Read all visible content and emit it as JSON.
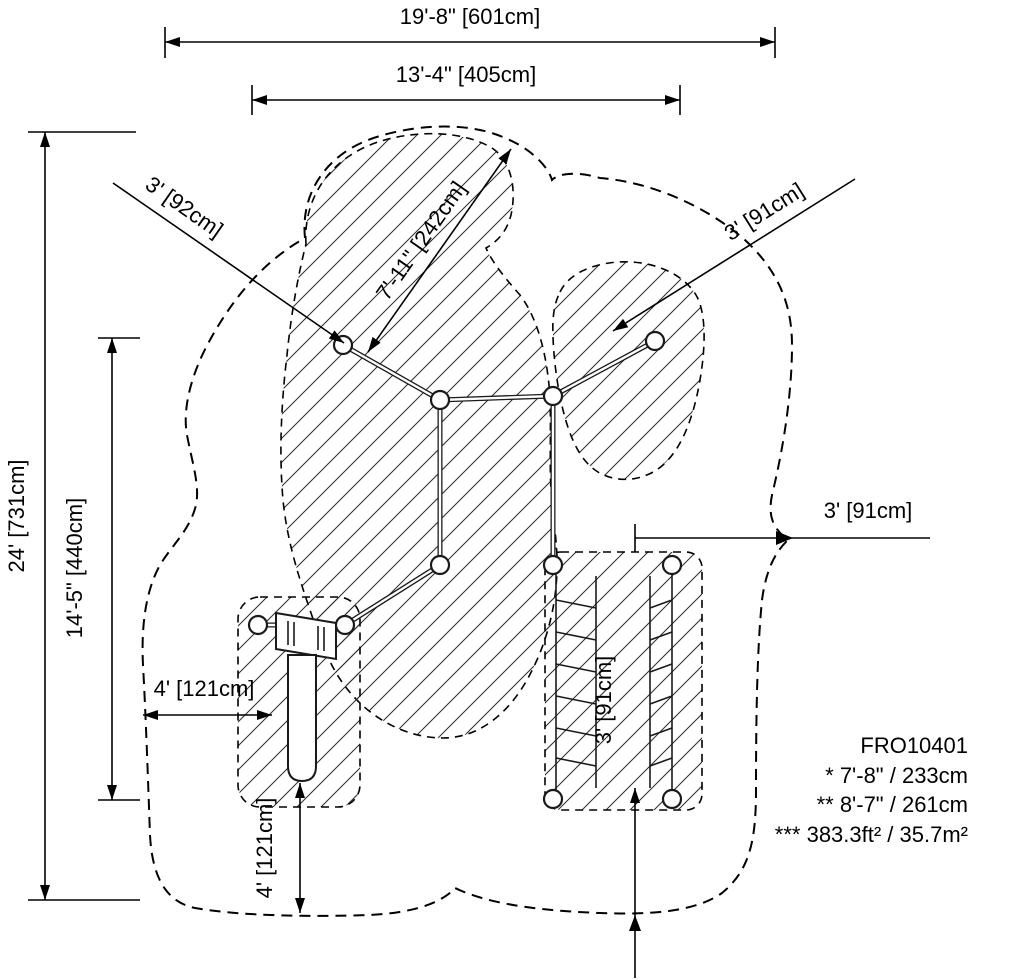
{
  "drawing": {
    "dimensions": {
      "overall_width": "19'-8\" [601cm]",
      "inner_width": "13'-4\" [405cm]",
      "overall_height": "24' [731cm]",
      "inner_height": "14'-5\" [440cm]",
      "diagonal": "7'-11\" [242cm]",
      "clearance_upper_left": "3' [92cm]",
      "clearance_upper_right": "3' [91cm]",
      "clearance_right": "3' [91cm]",
      "clearance_left": "4' [121cm]",
      "clearance_bottom": "4' [121cm]",
      "clearance_bottom_right": "3' [91cm]"
    },
    "notes": {
      "model": "FRO10401",
      "note1": "* 7'-8\" / 233cm",
      "note2": "** 8'-7\" / 261cm",
      "note3": "*** 383.3ft² / 35.7m²"
    },
    "colors": {
      "line": "#000000",
      "background": "#ffffff"
    }
  }
}
